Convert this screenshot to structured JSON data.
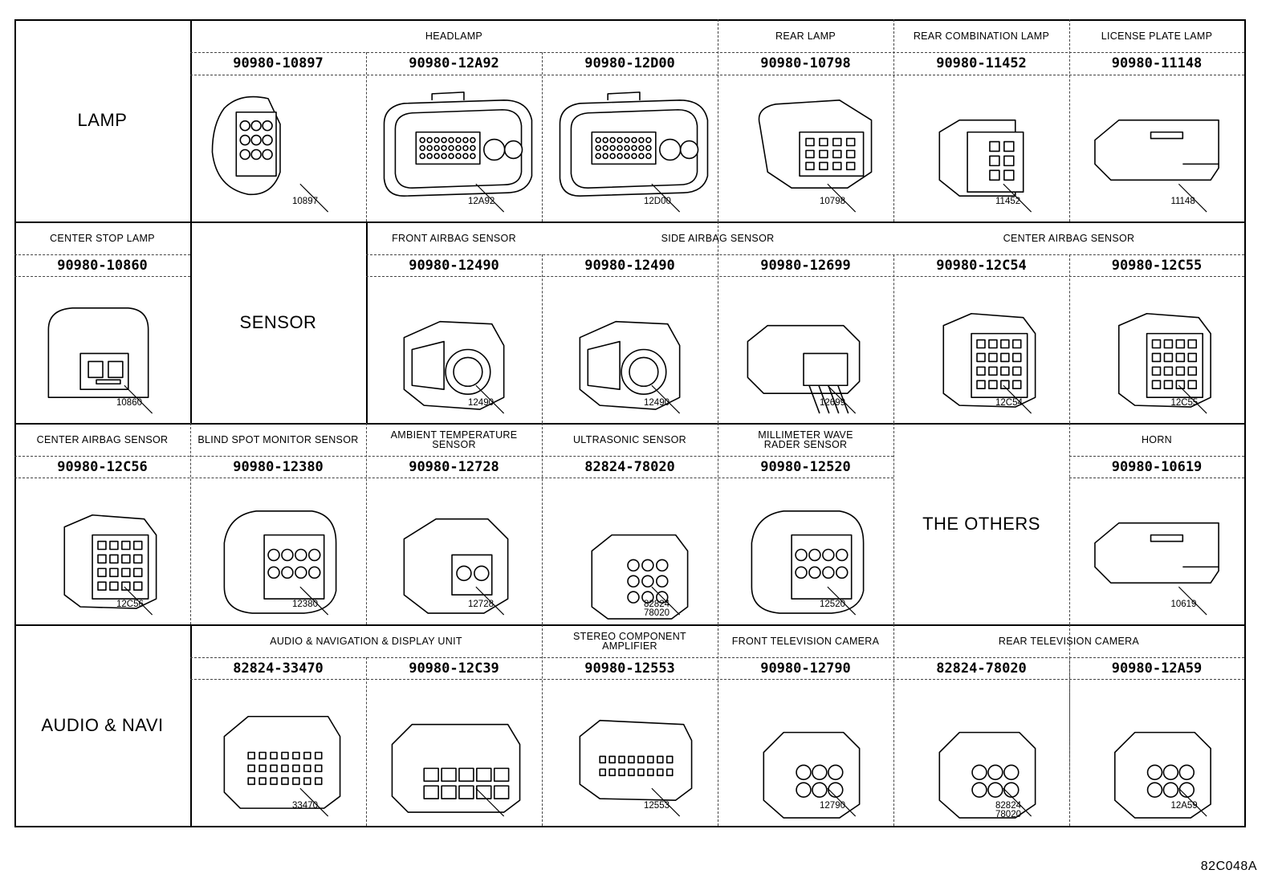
{
  "figure_code": "82C048A",
  "categories": {
    "lamp": "LAMP",
    "sensor": "SENSOR",
    "others": "THE OTHERS",
    "audio": "AUDIO & NAVI"
  },
  "group_headers": {
    "headlamp": "HEADLAMP",
    "rear_lamp": "REAR LAMP",
    "rear_combination_lamp": "REAR COMBINATION LAMP",
    "license_plate_lamp": "LICENSE PLATE LAMP",
    "center_stop_lamp": "CENTER STOP LAMP",
    "front_airbag_sensor": "FRONT AIRBAG SENSOR",
    "side_airbag_sensor": "SIDE AIRBAG SENSOR",
    "center_airbag_sensor_r2": "CENTER AIRBAG SENSOR",
    "center_airbag_sensor_r3": "CENTER AIRBAG SENSOR",
    "blind_spot_monitor_sensor": "BLIND SPOT MONITOR SENSOR",
    "ambient_temperature_sensor": "AMBIENT TEMPERATURE\nSENSOR",
    "ultrasonic_sensor": "ULTRASONIC SENSOR",
    "millimeter_wave_rader_sensor": "MILLIMETER WAVE\nRADER SENSOR",
    "horn": "HORN",
    "audio_navigation_display_unit": "AUDIO & NAVIGATION & DISPLAY UNIT",
    "stereo_component_amplifier": "STEREO COMPONENT\nAMPLIFIER",
    "front_television_camera": "FRONT TELEVISION CAMERA",
    "rear_television_camera": "REAR TELEVISION CAMERA"
  },
  "part_numbers": {
    "r1c2": "90980-10897",
    "r1c3": "90980-12A92",
    "r1c4": "90980-12D00",
    "r1c5": "90980-10798",
    "r1c6": "90980-11452",
    "r1c7": "90980-11148",
    "r2c1": "90980-10860",
    "r2c3": "90980-12490",
    "r2c4": "90980-12490",
    "r2c5": "90980-12699",
    "r2c6": "90980-12C54",
    "r2c7": "90980-12C55",
    "r3c1": "90980-12C56",
    "r3c2": "90980-12380",
    "r3c3": "90980-12728",
    "r3c4": "82824-78020",
    "r3c5": "90980-12520",
    "r3c7": "90980-10619",
    "r4c2": "82824-33470",
    "r4c3": "90980-12C39",
    "r4c4": "90980-12553",
    "r4c5": "90980-12790",
    "r4c6": "82824-78020",
    "r4c7": "90980-12A59"
  },
  "callouts": {
    "r1c2": "10897",
    "r1c3": "12A92",
    "r1c4": "12D00",
    "r1c5": "10798",
    "r1c6": "11452",
    "r1c7": "11148",
    "r2c1": "10860",
    "r2c3": "12490",
    "r2c4": "12490",
    "r2c5": "12699",
    "r2c6": "12C54",
    "r2c7": "12C55",
    "r3c1": "12C56",
    "r3c2": "12380",
    "r3c3": "12728",
    "r3c4": "82824\n78020",
    "r3c5": "12520",
    "r3c7": "10619",
    "r4c2": "33470",
    "r4c3": "",
    "r4c4": "12553",
    "r4c5": "12790",
    "r4c6": "82824\n78020",
    "r4c7": "12A59"
  }
}
